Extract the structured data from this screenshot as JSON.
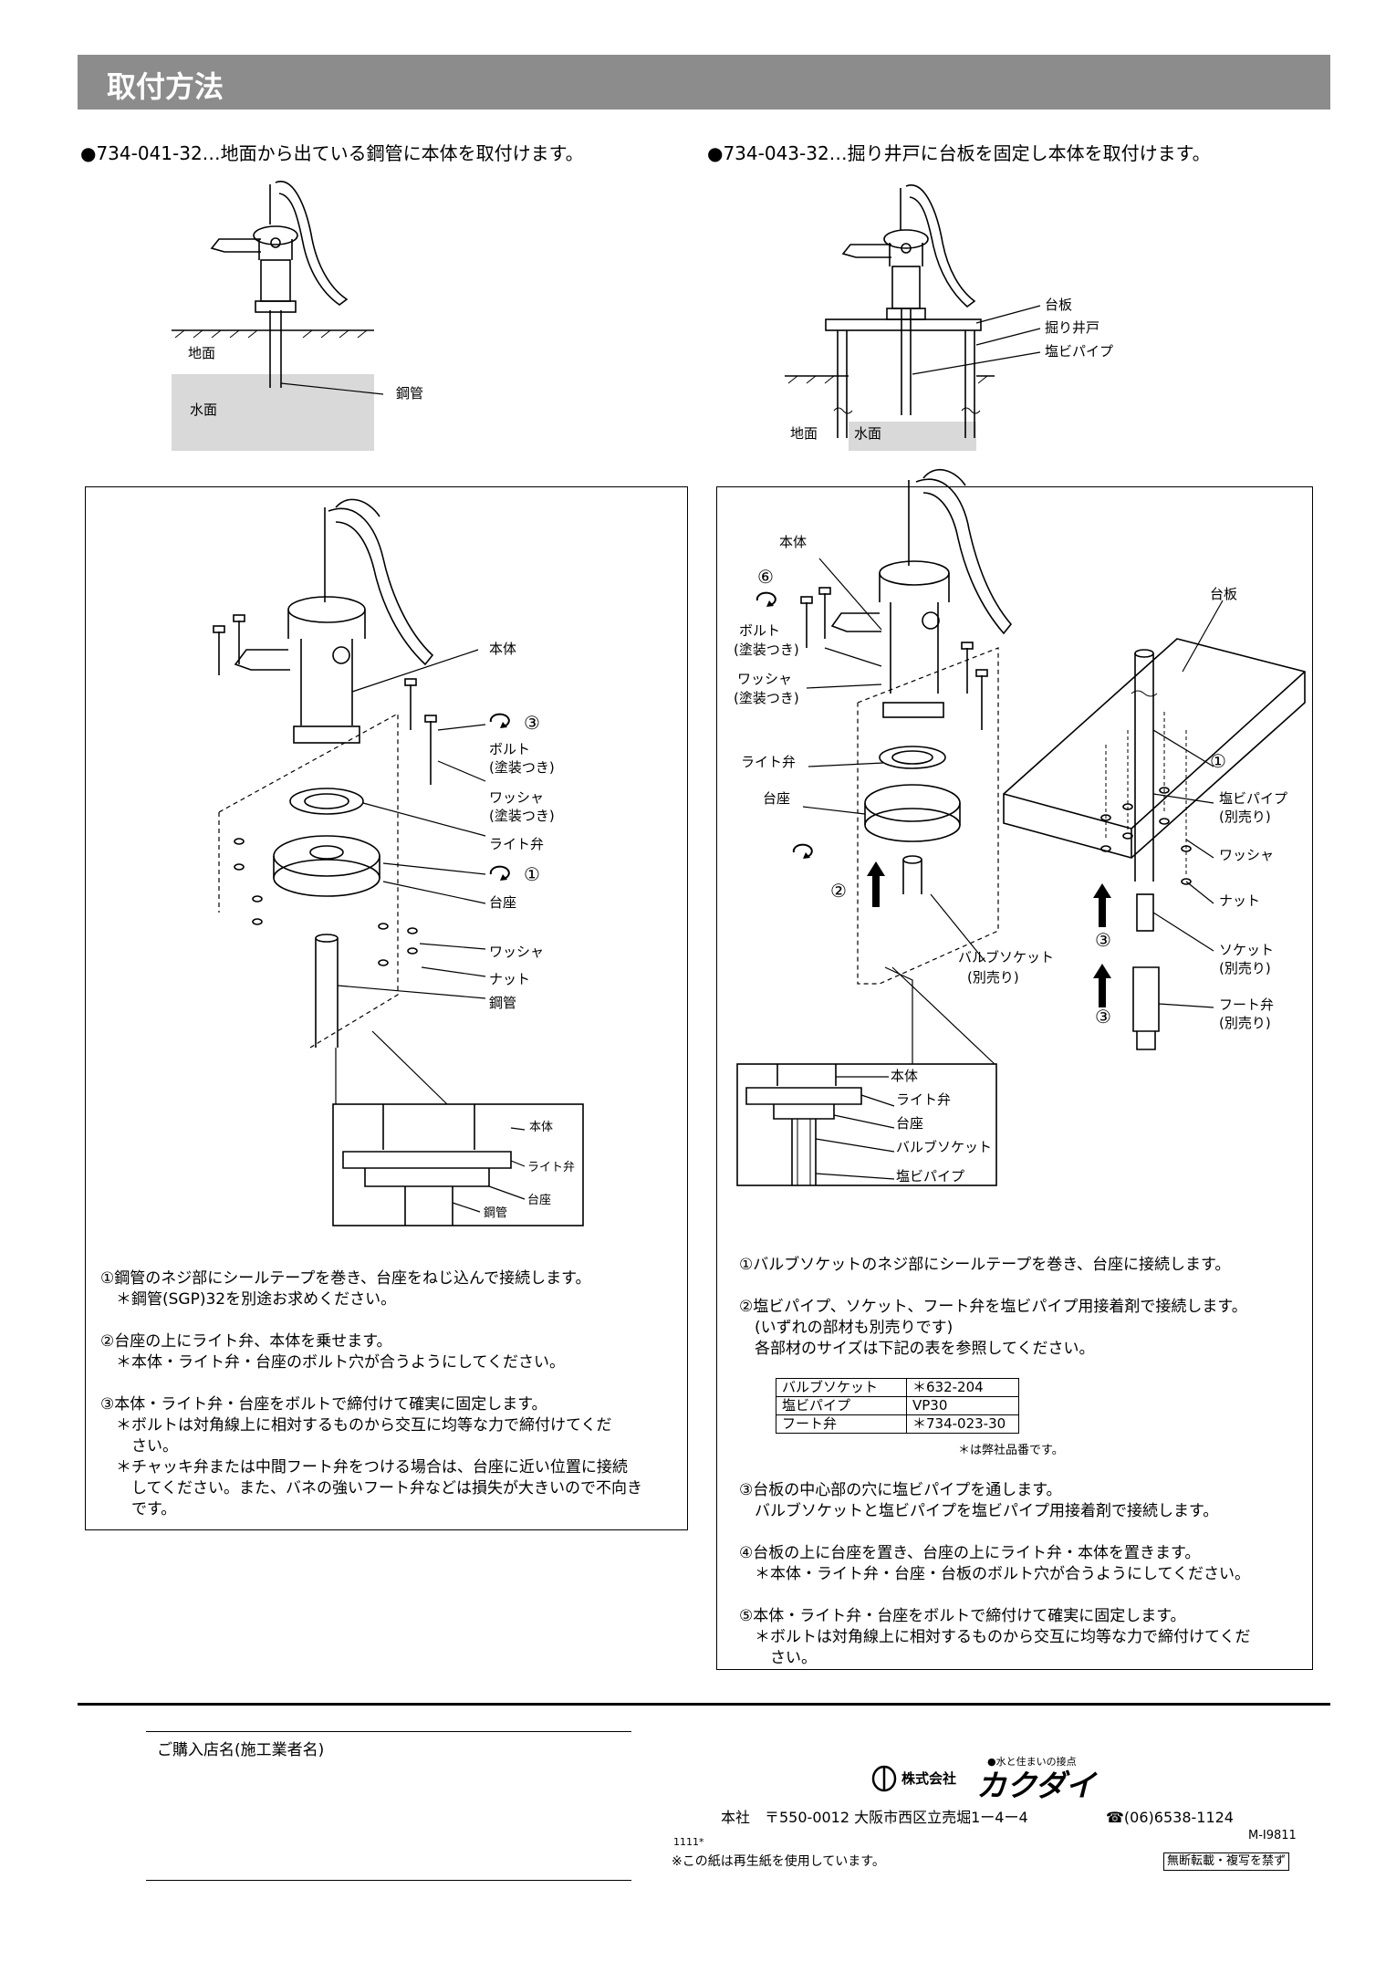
{
  "header": {
    "title": "取付方法"
  },
  "left_section": {
    "heading": "●734-041-32…地面から出ている鋼管に本体を取付けます。",
    "fig_labels": {
      "ground": "地面",
      "water": "水面",
      "steel_pipe": "鋼管"
    },
    "exploded_labels": {
      "body": "本体",
      "step3": "③",
      "bolt": "ボルト",
      "bolt_note": "(塗装つき)",
      "washer_top": "ワッシャ",
      "washer_top_note": "(塗装つき)",
      "light_valve": "ライト弁",
      "step1": "①",
      "base": "台座",
      "washer": "ワッシャ",
      "nut": "ナット",
      "steel_pipe": "鋼管"
    },
    "detail_labels": {
      "body": "本体",
      "light_valve": "ライト弁",
      "base": "台座",
      "steel_pipe": "鋼管"
    },
    "instructions": [
      "①鋼管のネジ部にシールテープを巻き、台座をねじ込んで接続します。",
      "　＊鋼管(SGP)32を別途お求めください。",
      "",
      "②台座の上にライト弁、本体を乗せます。",
      "　＊本体・ライト弁・台座のボルト穴が合うようにしてください。",
      "",
      "③本体・ライト弁・台座をボルトで締付けて確実に固定します。",
      "　＊ボルトは対角線上に相対するものから交互に均等な力で締付けてくだ",
      "　　さい。",
      "　＊チャッキ弁または中間フート弁をつける場合は、台座に近い位置に接続",
      "　　してください。また、バネの強いフート弁などは損失が大きいので不向き",
      "　　です。"
    ]
  },
  "right_section": {
    "heading": "●734-043-32…掘り井戸に台板を固定し本体を取付けます。",
    "fig_labels": {
      "base_plate": "台板",
      "dug_well": "掘り井戸",
      "pvc_pipe": "塩ビパイプ",
      "ground": "地面",
      "water": "水面"
    },
    "exploded_labels": {
      "body": "本体",
      "step6": "⑥",
      "bolt": "ボルト",
      "bolt_note": "(塗装つき)",
      "washer": "ワッシャ",
      "washer_note": "(塗装つき)",
      "light_valve": "ライト弁",
      "base": "台座",
      "step2": "②",
      "valve_socket": "バルブソケット",
      "valve_socket_note": "(別売り)",
      "base_plate": "台板",
      "step1": "①",
      "pvc_pipe": "塩ビパイプ",
      "pvc_pipe_note": "(別売り)",
      "washer2": "ワッシャ",
      "nut": "ナット",
      "step3a": "③",
      "socket": "ソケット",
      "socket_note": "(別売り)",
      "step3b": "③",
      "foot_valve": "フート弁",
      "foot_valve_note": "(別売り)"
    },
    "detail_labels": {
      "body": "本体",
      "light_valve": "ライト弁",
      "base": "台座",
      "valve_socket": "バルブソケット",
      "pvc_pipe": "塩ビパイプ"
    },
    "instructions_a": [
      "①バルブソケットのネジ部にシールテープを巻き、台座に接続します。",
      "",
      "②塩ビパイプ、ソケット、フート弁を塩ビパイプ用接着剤で接続します。",
      "　(いずれの部材も別売りです)",
      "　各部材のサイズは下記の表を参照してください。"
    ],
    "parts_table": [
      [
        "バルブソケット",
        "＊632-204"
      ],
      [
        "塩ビパイプ",
        "VP30"
      ],
      [
        "フート弁",
        "＊734-023-30"
      ]
    ],
    "table_note": "＊は弊社品番です。",
    "instructions_b": [
      "③台板の中心部の穴に塩ビパイプを通します。",
      "　バルブソケットと塩ビパイプを塩ビパイプ用接着剤で接続します。",
      "",
      "④台板の上に台座を置き、台座の上にライト弁・本体を置きます。",
      "　＊本体・ライト弁・台座・台板のボルト穴が合うようにしてください。",
      "",
      "⑤本体・ライト弁・台座をボルトで締付けて確実に固定します。",
      "　＊ボルトは対角線上に相対するものから交互に均等な力で締付けてくだ",
      "　　さい。"
    ]
  },
  "footer": {
    "store_label": "ご購入店名(施工業者名)",
    "tagline": "●水と住まいの接点",
    "company_prefix": "株式会社",
    "company_name": "カクダイ",
    "address": "本社　〒550-0012 大阪市西区立売堀1ー4ー4",
    "phone": "☎(06)6538-1124",
    "doc_code": "M-I9811",
    "small_code": "1111*",
    "recycle_note": "※この紙は再生紙を使用しています。",
    "copy_notice": "無断転載・複写を禁ず"
  }
}
